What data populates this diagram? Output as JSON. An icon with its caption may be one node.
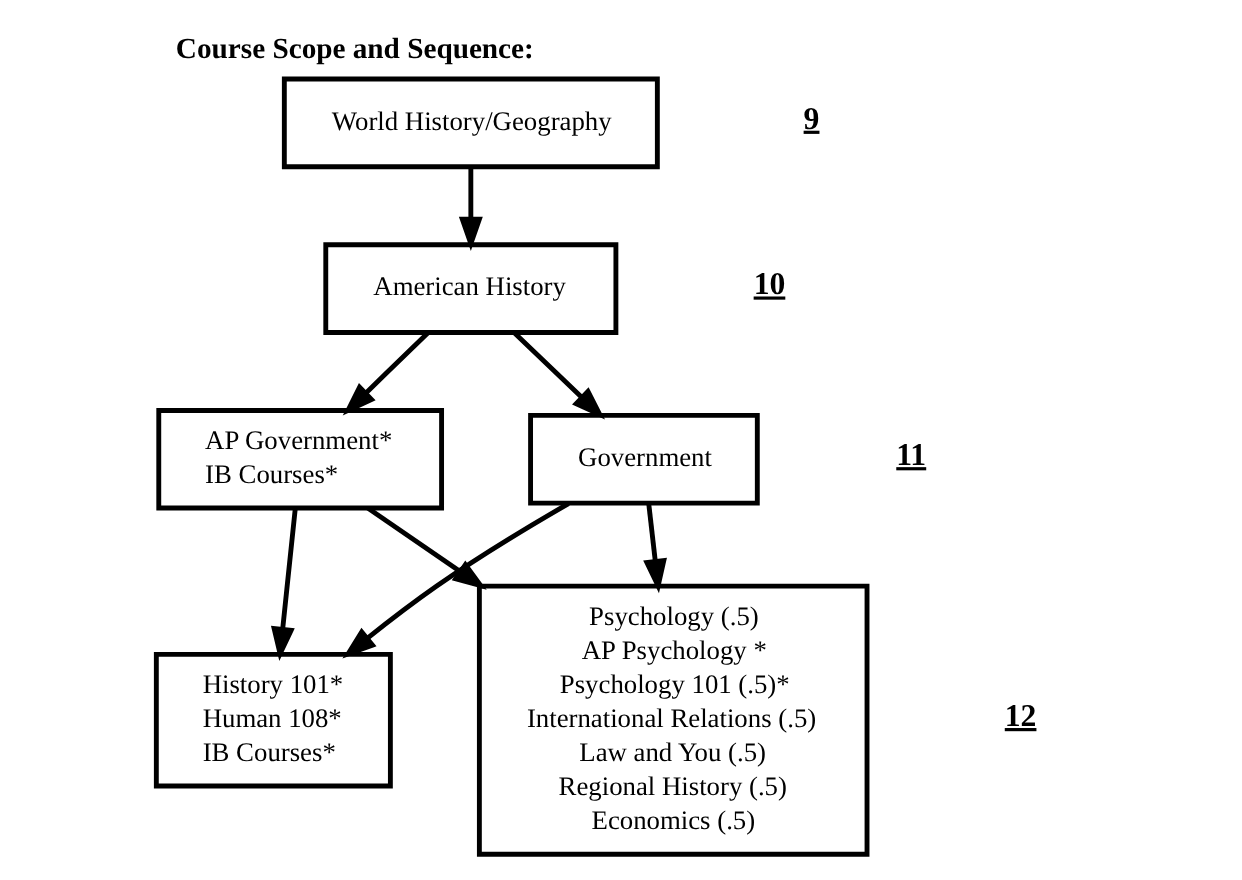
{
  "diagram": {
    "title": "Course Scope and Sequence:",
    "nodes": [
      {
        "text": [
          "World History/Geography"
        ]
      },
      {
        "text": [
          "American History"
        ]
      },
      {
        "text": [
          "AP Government*",
          "IB Courses*"
        ]
      },
      {
        "text": [
          "Government"
        ]
      },
      {
        "text": [
          "History 101*",
          "Human 108*",
          "IB Courses*"
        ]
      },
      {
        "text": [
          "Psychology (.5)",
          "AP Psychology *",
          "Psychology 101 (.5)*",
          "International Relations (.5)",
          "Law and You (.5)",
          "Regional History (.5)",
          "Economics (.5)"
        ]
      }
    ],
    "edges": [
      {
        "from": 0,
        "to": 1,
        "arrow": "to"
      },
      {
        "from": 1,
        "to": 2,
        "arrow": "to"
      },
      {
        "from": 1,
        "to": 3,
        "arrow": "to"
      },
      {
        "from": 2,
        "to": 4,
        "arrow": "to"
      },
      {
        "from": 3,
        "to": 4,
        "arrow": "to"
      },
      {
        "from": 2,
        "to": 5,
        "arrow": "to"
      },
      {
        "from": 3,
        "to": 5,
        "arrow": "to"
      }
    ],
    "labels": [
      "9",
      "10",
      "11",
      "12"
    ]
  }
}
